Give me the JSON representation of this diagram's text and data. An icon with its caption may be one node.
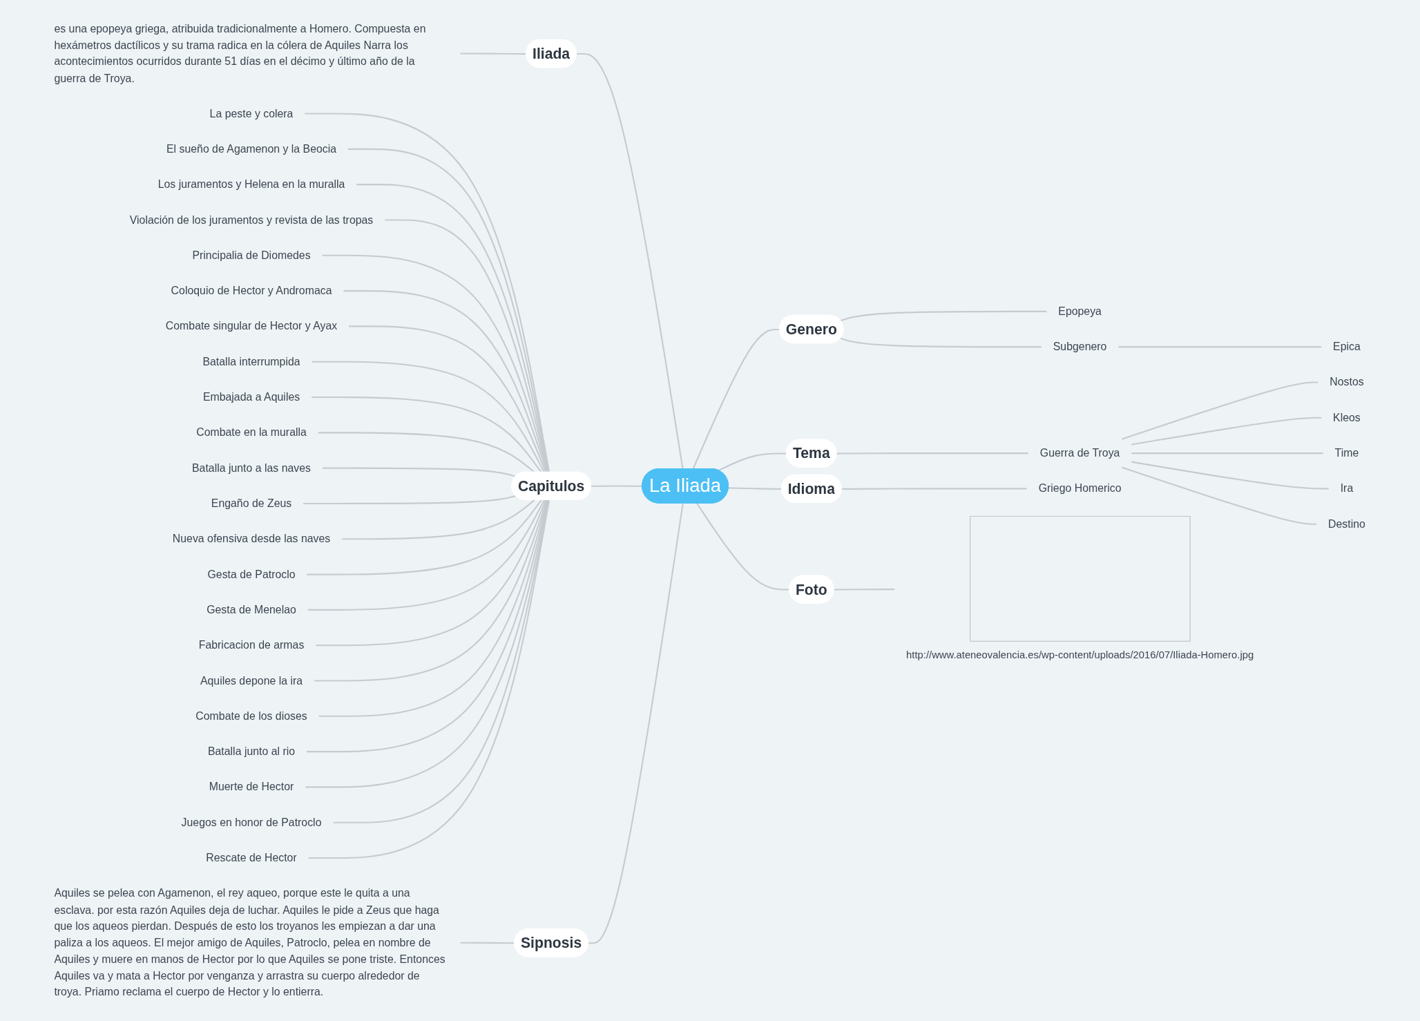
{
  "diagram": {
    "nodes": [
      {
        "text": [
          "La Iliada"
        ]
      },
      {
        "text": [
          "Iliada"
        ]
      },
      {
        "text": [
          "es una epopeya griega, atribuida tradicionalmente a Homero. Compuesta en hexámetros dactílicos y su trama radica en la cólera de Aquiles Narra los acontecimientos ocurridos durante 51 días en el décimo y último año de la guerra de Troya."
        ]
      },
      {
        "text": [
          "Genero"
        ]
      },
      {
        "text": [
          "Epopeya"
        ]
      },
      {
        "text": [
          "Subgenero"
        ]
      },
      {
        "text": [
          "Epica"
        ]
      },
      {
        "text": [
          "Tema"
        ]
      },
      {
        "text": [
          "Guerra de Troya"
        ]
      },
      {
        "text": [
          "Nostos"
        ]
      },
      {
        "text": [
          "Kleos"
        ]
      },
      {
        "text": [
          "Time"
        ]
      },
      {
        "text": [
          "Ira"
        ]
      },
      {
        "text": [
          "Destino"
        ]
      },
      {
        "text": [
          "Idioma"
        ]
      },
      {
        "text": [
          "Griego Homerico"
        ]
      },
      {
        "text": [
          "Foto"
        ]
      },
      {
        "text": [],
        "shape": "box",
        "beside": [
          "http://www.ateneovalencia.es/wp-content/uploads/2016/07/Iliada-Homero.jpg"
        ]
      },
      {
        "text": [
          "Sipnosis"
        ]
      },
      {
        "text": [
          "Aquiles se pelea con Agamenon, el rey aqueo, porque este le quita a una esclava. por esta razón Aquiles deja de luchar. Aquiles le pide a Zeus que haga que los aqueos pierdan. Después de esto los troyanos les empiezan a dar una paliza a los aqueos. El mejor amigo de Aquiles, Patroclo, pelea en nombre de Aquiles y muere en manos de Hector por lo que Aquiles se pone triste. Entonces Aquiles va y mata a Hector por venganza y arrastra su cuerpo alrededor de troya. Priamo reclama el cuerpo de Hector y lo entierra."
        ]
      },
      {
        "text": [
          "Capitulos"
        ]
      },
      {
        "text": [
          "La peste y colera"
        ]
      },
      {
        "text": [
          "El sueño de Agamenon y la Beocia"
        ]
      },
      {
        "text": [
          "Los juramentos y Helena en la muralla"
        ]
      },
      {
        "text": [
          "Violación de los juramentos y revista de las tropas"
        ]
      },
      {
        "text": [
          "Principalia de Diomedes"
        ]
      },
      {
        "text": [
          "Coloquio de Hector y Andromaca"
        ]
      },
      {
        "text": [
          "Combate singular de Hector y Ayax"
        ]
      },
      {
        "text": [
          "Batalla interrumpida"
        ]
      },
      {
        "text": [
          "Embajada a Aquiles"
        ]
      },
      {
        "text": [
          "Combate en la muralla"
        ]
      },
      {
        "text": [
          "Batalla junto a las naves"
        ]
      },
      {
        "text": [
          "Engaño de Zeus"
        ]
      },
      {
        "text": [
          "Nueva ofensiva desde las naves"
        ]
      },
      {
        "text": [
          "Gesta de Patroclo"
        ]
      },
      {
        "text": [
          "Gesta de Menelao"
        ]
      },
      {
        "text": [
          "Fabricacion de armas"
        ]
      },
      {
        "text": [
          "Aquiles depone la ira"
        ]
      },
      {
        "text": [
          "Combate de los dioses"
        ]
      },
      {
        "text": [
          "Batalla junto al rio"
        ]
      },
      {
        "text": [
          "Muerte de Hector"
        ]
      },
      {
        "text": [
          "Juegos en honor de Patroclo"
        ]
      },
      {
        "text": [
          "Rescate de Hector"
        ]
      }
    ],
    "edges": [
      {
        "from": 1,
        "to": 0,
        "arrow": "none"
      },
      {
        "from": 2,
        "to": 1,
        "arrow": "none"
      },
      {
        "from": 0,
        "to": 3,
        "arrow": "none"
      },
      {
        "from": 3,
        "to": 4,
        "arrow": "none"
      },
      {
        "from": 3,
        "to": 5,
        "arrow": "none"
      },
      {
        "from": 5,
        "to": 6,
        "arrow": "none"
      },
      {
        "from": 0,
        "to": 7,
        "arrow": "none"
      },
      {
        "from": 7,
        "to": 8,
        "arrow": "none"
      },
      {
        "from": 8,
        "to": 9,
        "arrow": "none"
      },
      {
        "from": 8,
        "to": 10,
        "arrow": "none"
      },
      {
        "from": 8,
        "to": 11,
        "arrow": "none"
      },
      {
        "from": 8,
        "to": 12,
        "arrow": "none"
      },
      {
        "from": 8,
        "to": 13,
        "arrow": "none"
      },
      {
        "from": 0,
        "to": 14,
        "arrow": "none"
      },
      {
        "from": 14,
        "to": 15,
        "arrow": "none"
      },
      {
        "from": 0,
        "to": 16,
        "arrow": "none"
      },
      {
        "from": 16,
        "to": 17,
        "arrow": "none"
      },
      {
        "from": 20,
        "to": 0,
        "arrow": "none"
      },
      {
        "from": 21,
        "to": 20,
        "arrow": "none"
      },
      {
        "from": 22,
        "to": 20,
        "arrow": "none"
      },
      {
        "from": 23,
        "to": 20,
        "arrow": "none"
      },
      {
        "from": 24,
        "to": 20,
        "arrow": "none"
      },
      {
        "from": 25,
        "to": 20,
        "arrow": "none"
      },
      {
        "from": 26,
        "to": 20,
        "arrow": "none"
      },
      {
        "from": 27,
        "to": 20,
        "arrow": "none"
      },
      {
        "from": 28,
        "to": 20,
        "arrow": "none"
      },
      {
        "from": 29,
        "to": 20,
        "arrow": "none"
      },
      {
        "from": 30,
        "to": 20,
        "arrow": "none"
      },
      {
        "from": 31,
        "to": 20,
        "arrow": "none"
      },
      {
        "from": 32,
        "to": 20,
        "arrow": "none"
      },
      {
        "from": 33,
        "to": 20,
        "arrow": "none"
      },
      {
        "from": 34,
        "to": 20,
        "arrow": "none"
      },
      {
        "from": 35,
        "to": 20,
        "arrow": "none"
      },
      {
        "from": 36,
        "to": 20,
        "arrow": "none"
      },
      {
        "from": 37,
        "to": 20,
        "arrow": "none"
      },
      {
        "from": 38,
        "to": 20,
        "arrow": "none"
      },
      {
        "from": 39,
        "to": 20,
        "arrow": "none"
      },
      {
        "from": 40,
        "to": 20,
        "arrow": "none"
      },
      {
        "from": 41,
        "to": 20,
        "arrow": "none"
      },
      {
        "from": 42,
        "to": 20,
        "arrow": "none"
      },
      {
        "from": 18,
        "to": 0,
        "arrow": "none"
      },
      {
        "from": 19,
        "to": 18,
        "arrow": "none"
      }
    ]
  }
}
